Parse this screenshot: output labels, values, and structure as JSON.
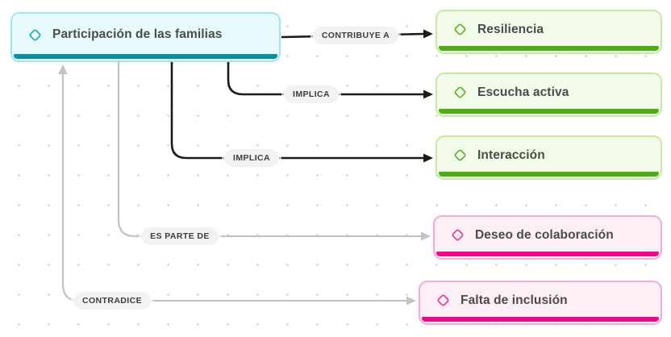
{
  "diagram": {
    "type": "concept-map",
    "nodes": [
      {
        "id": "participacion",
        "label": "Participación de las familias",
        "theme": "cyan"
      },
      {
        "id": "resiliencia",
        "label": "Resiliencia",
        "theme": "green"
      },
      {
        "id": "escucha",
        "label": "Escucha activa",
        "theme": "green"
      },
      {
        "id": "interaccion",
        "label": "Interacción",
        "theme": "green"
      },
      {
        "id": "deseo",
        "label": "Deseo de colaboración",
        "theme": "pink"
      },
      {
        "id": "falta",
        "label": "Falta de inclusión",
        "theme": "pink"
      }
    ],
    "edges": [
      {
        "label": "CONTRIBUYE A",
        "from": "participacion",
        "to": "resiliencia",
        "color": "black",
        "bidirectional": false
      },
      {
        "label": "IMPLICA",
        "from": "participacion",
        "to": "escucha",
        "color": "black",
        "bidirectional": false
      },
      {
        "label": "IMPLICA",
        "from": "participacion",
        "to": "interaccion",
        "color": "black",
        "bidirectional": false
      },
      {
        "label": "ES PARTE DE",
        "from": "participacion",
        "to": "deseo",
        "color": "gray",
        "bidirectional": false
      },
      {
        "label": "CONTRADICE",
        "from": "participacion",
        "to": "falta",
        "color": "gray",
        "bidirectional": true
      }
    ],
    "colors": {
      "cyan_fill": "#e9fafd",
      "cyan_border": "#9ae9f2",
      "cyan_bar": "#0a8f9e",
      "cyan_icon": "#18a7b5",
      "green_fill": "#f3fcea",
      "green_border": "#c5ec9e",
      "green_bar": "#4bad12",
      "green_icon": "#55b31d",
      "pink_fill": "#fdeff6",
      "pink_border": "#f7abd4",
      "pink_bar": "#eb0a8c",
      "pink_icon": "#ee2f9b",
      "edge_black": "#1b1b1b",
      "edge_gray": "#c3c3c3",
      "pill_bg": "#f2f2f2",
      "pill_text": "#3d3d3d",
      "label_text": "#4b4b4b",
      "dot_grid": "#d6d6d6"
    }
  }
}
